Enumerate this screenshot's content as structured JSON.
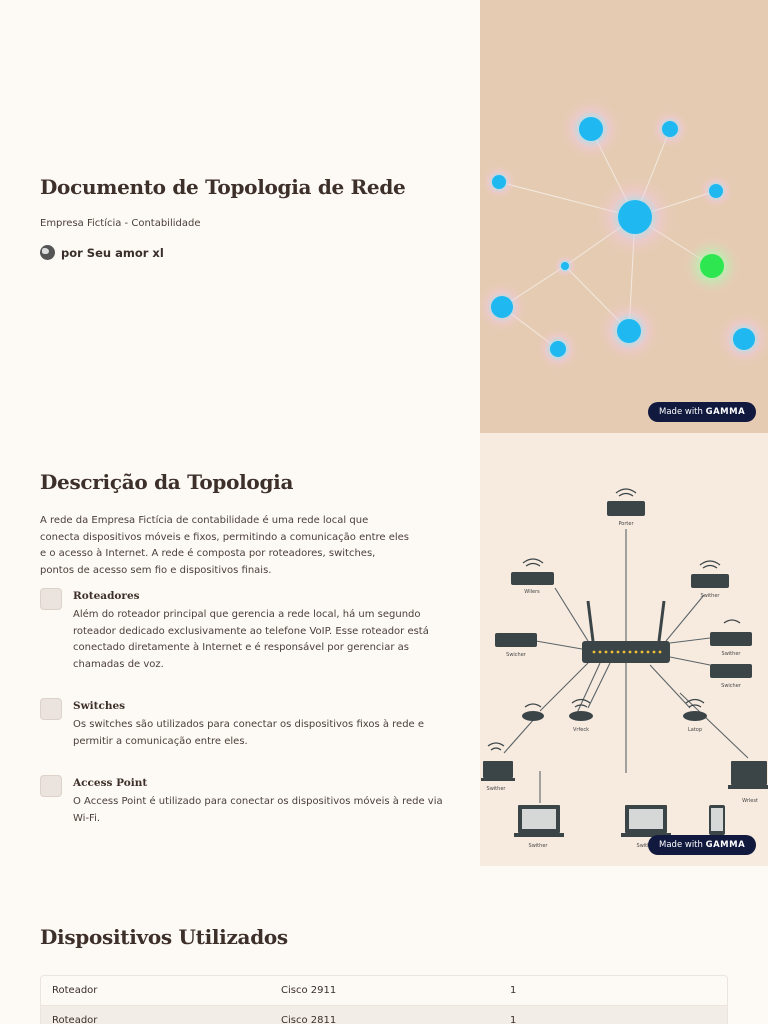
{
  "cover": {
    "title": "Documento de Topologia de Rede",
    "subtitle": "Empresa Fictícia - Contabilidade",
    "author": "por Seu amor xl",
    "badge_prefix": "Made with",
    "badge_brand": "GAMMA"
  },
  "topology": {
    "title": "Descrição da Topologia",
    "intro": "A rede da Empresa Fictícia de contabilidade é uma rede local que conecta dispositivos móveis e fixos, permitindo a comunicação entre eles e o acesso à Internet. A rede é composta por roteadores, switches, pontos de acesso sem fio e dispositivos finais.",
    "items": [
      {
        "title": "Roteadores",
        "desc": "Além do roteador principal que gerencia a rede local, há um segundo roteador dedicado exclusivamente ao telefone VoIP. Esse roteador está conectado diretamente à Internet e é responsável por gerenciar as chamadas de voz."
      },
      {
        "title": "Switches",
        "desc": "Os switches são utilizados para conectar os dispositivos fixos à rede e permitir a comunicação entre eles."
      },
      {
        "title": "Access Point",
        "desc": "O Access Point é utilizado para conectar os dispositivos móveis à rede via Wi-Fi."
      }
    ],
    "diagram_labels": {
      "top": "Porter",
      "left_ap": "Wllers",
      "right_ap": "Swither",
      "left_switch": "Swicher",
      "right_switch1": "Swither",
      "right_switch2": "Swicher",
      "mid_ap": "Vrfeck",
      "right_ap2": "Latop",
      "laptop_left": "Swither",
      "laptop_right": "Wrlest",
      "laptop_bottom1": "Swither",
      "laptop_bottom2": "Swither"
    },
    "badge_prefix": "Made with",
    "badge_brand": "GAMMA"
  },
  "devices": {
    "title": "Dispositivos Utilizados",
    "rows": [
      [
        "Roteador",
        "Cisco 2911",
        "1"
      ],
      [
        "Roteador",
        "Cisco 2811",
        "1"
      ]
    ]
  }
}
